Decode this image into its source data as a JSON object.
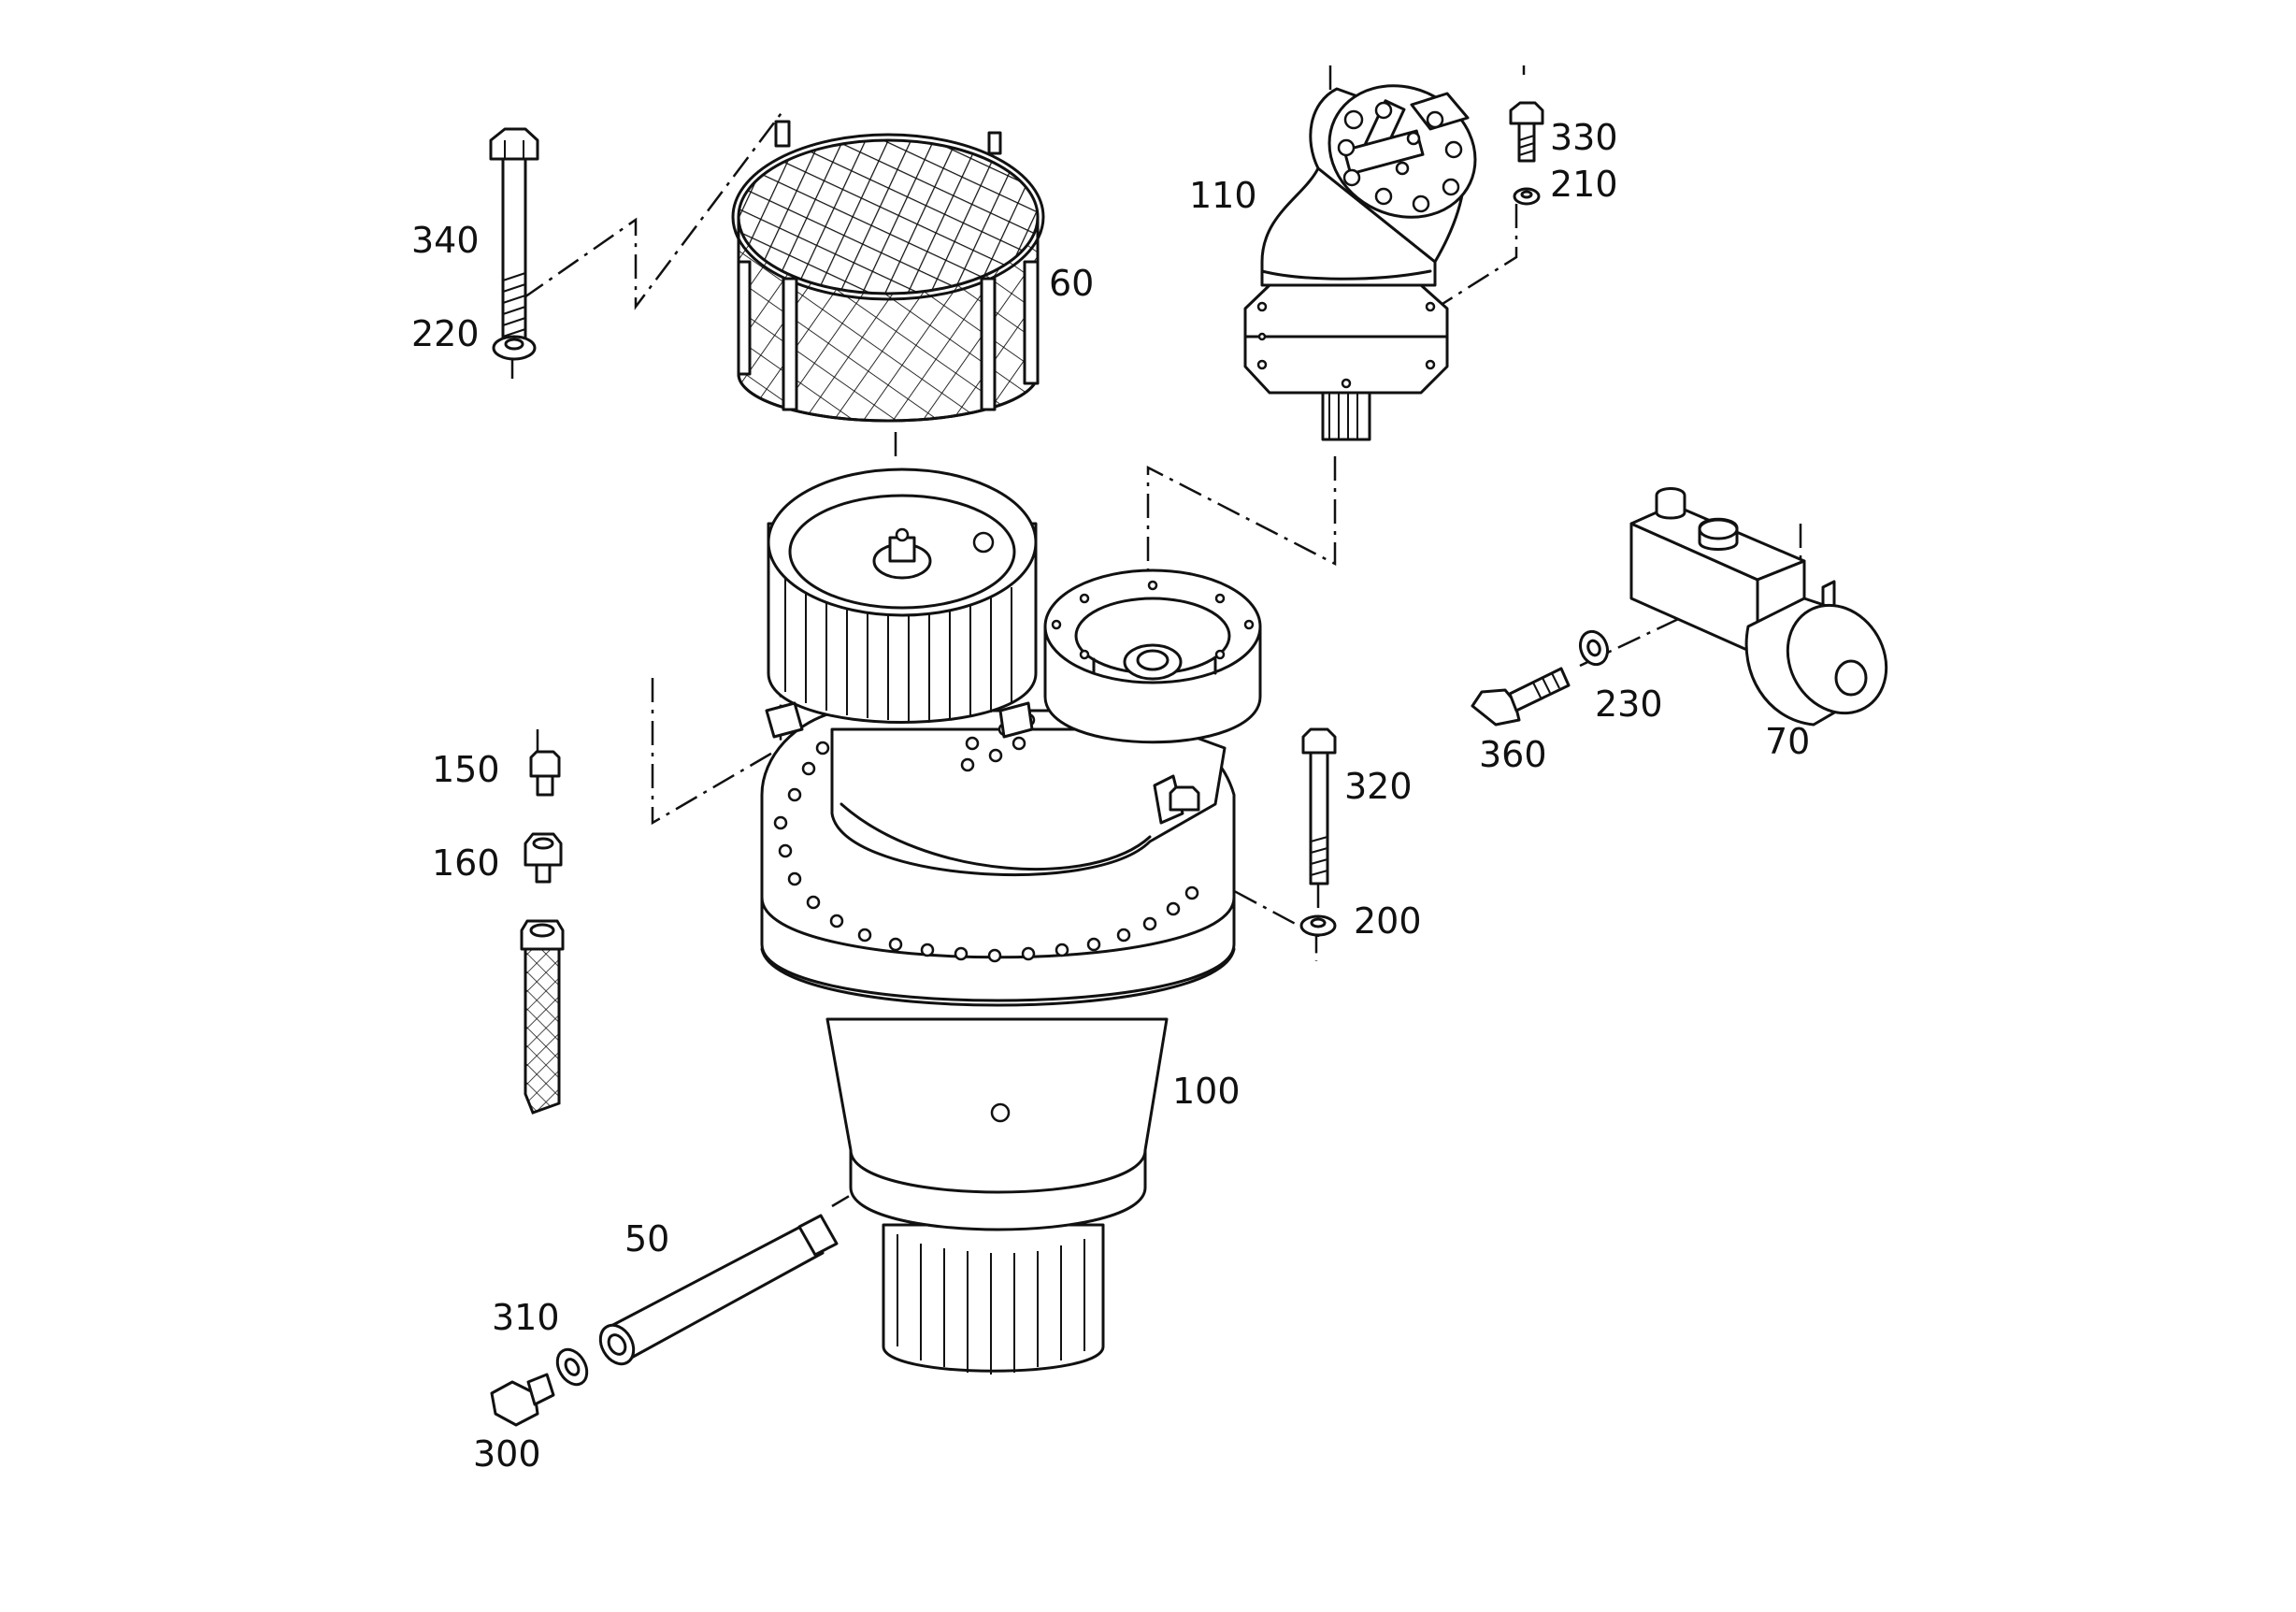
{
  "diagram": {
    "part_labels": {
      "p340": "340",
      "p220": "220",
      "p60": "60",
      "p110": "110",
      "p330": "330",
      "p210": "210",
      "p150": "150",
      "p160": "160",
      "p320": "320",
      "p200": "200",
      "p230": "230",
      "p360": "360",
      "p70": "70",
      "p100": "100",
      "p50": "50",
      "p310": "310",
      "p300": "300"
    }
  }
}
